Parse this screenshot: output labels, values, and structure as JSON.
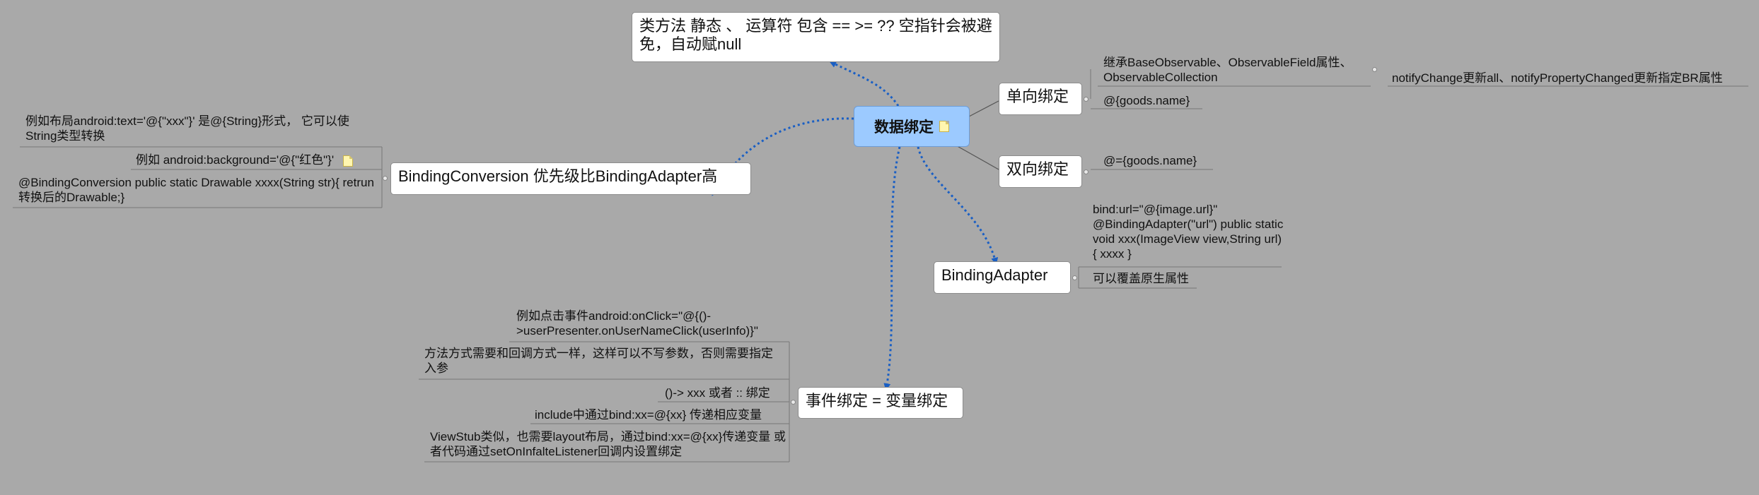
{
  "central": {
    "label": "数据绑定",
    "note_icon": "note-icon"
  },
  "topics": {
    "class_method": {
      "label": "类方法 静态 、 运算符 包含 == >= ?? 空指针会被避免，自动赋null"
    },
    "one_way": {
      "label": "单向绑定"
    },
    "two_way": {
      "label": "双向绑定"
    },
    "binding_adapter": {
      "label": "BindingAdapter"
    },
    "event_binding": {
      "label": "事件绑定 = 变量绑定"
    },
    "binding_conversion": {
      "label": "BindingConversion 优先级比BindingAdapter高"
    }
  },
  "leaves": {
    "one_way_observable": "继承BaseObservable、ObservableField属性、ObservableCollection",
    "one_way_notify": "notifyChange更新all、notifyPropertyChanged更新指定BR属性",
    "one_way_expr": "@{goods.name}",
    "two_way_expr": "@={goods.name}",
    "adapter_code": "bind:url=\"@{image.url}\" @BindingAdapter(\"url\") public static void xxx(ImageView view,String url){ xxxx }",
    "adapter_override": "可以覆盖原生属性",
    "event_onclick": "例如点击事件android:onClick=\"@{()->userPresenter.onUserNameClick(userInfo)}\"",
    "event_method": "方法方式需要和回调方式一样，这样可以不写参数，否则需要指定入参",
    "event_lambda": "()-> xxx 或者 :: 绑定",
    "event_include": "include中通过bind:xx=@{xx} 传递相应变量",
    "event_viewstub": "ViewStub类似，也需要layout布局，通过bind:xx=@{xx}传递变量 或者代码通过setOnInfalteListener回调内设置绑定",
    "conv_text": "例如布局android:text='@{\"xxx\"}' 是@{String}形式， 它可以使String类型转换",
    "conv_background": "例如 android:background='@{\"红色\"}'",
    "conv_code": "@BindingConversion  public static Drawable xxxx(String  str){ retrun 转换后的Drawable;}"
  },
  "colors": {
    "background": "#a9a9a9",
    "central_fill": "#9ccaff",
    "relationship_line": "#1a5fc4",
    "topic_border": "#8c8c8c"
  }
}
